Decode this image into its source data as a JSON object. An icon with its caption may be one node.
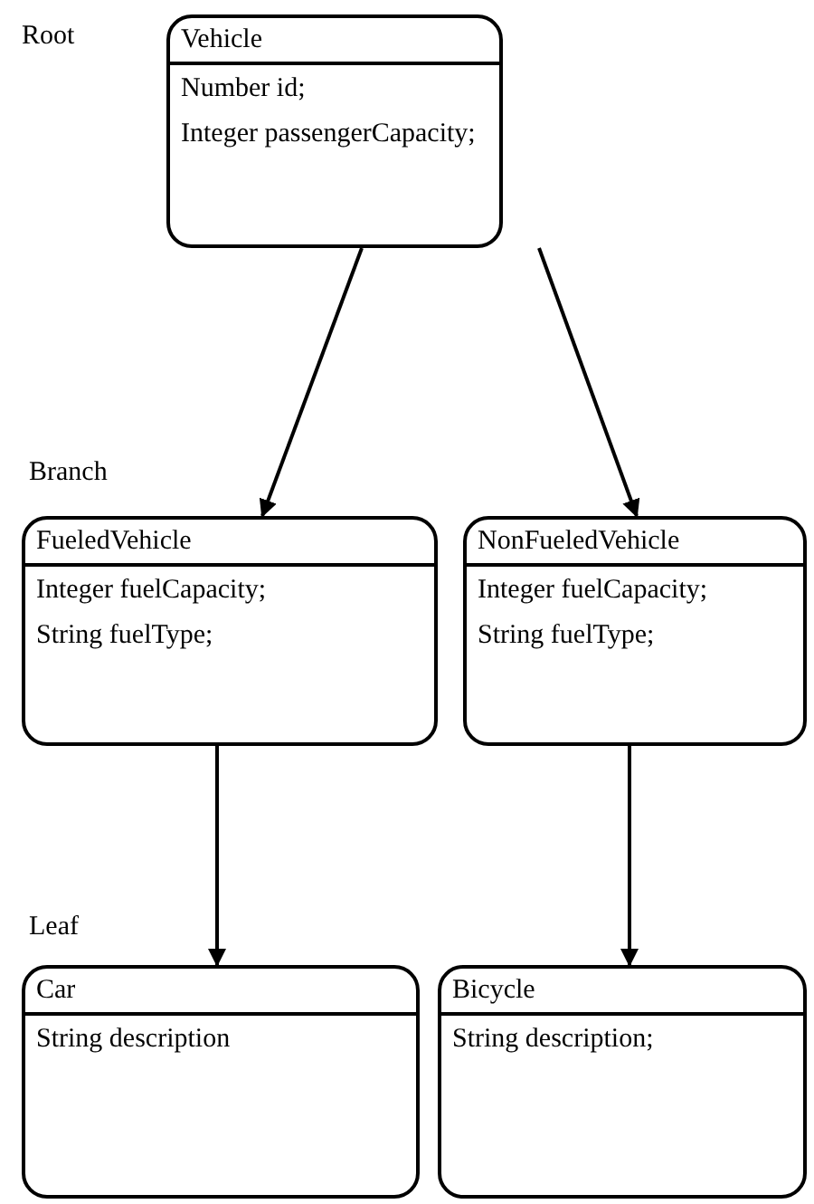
{
  "diagram": {
    "nodes": [
      {
        "text": [
          "Vehicle",
          "Number id;",
          "Integer passengerCapacity;"
        ]
      },
      {
        "text": [
          "FueledVehicle",
          "Integer fuelCapacity;",
          "String fuelType;"
        ]
      },
      {
        "text": [
          "NonFueledVehicle",
          "Integer fuelCapacity;",
          "String fuelType;"
        ]
      },
      {
        "text": [
          "Car",
          "String description"
        ]
      },
      {
        "text": [
          "Bicycle",
          "String description;"
        ]
      }
    ],
    "edges": [
      {
        "from": 0,
        "to": 1,
        "arrow": "to"
      },
      {
        "from": 0,
        "to": 2,
        "arrow": "to"
      },
      {
        "from": 1,
        "to": 3,
        "arrow": "to"
      },
      {
        "from": 2,
        "to": 4,
        "arrow": "to"
      }
    ],
    "labels": [
      "Root",
      "Branch",
      "Leaf"
    ]
  }
}
